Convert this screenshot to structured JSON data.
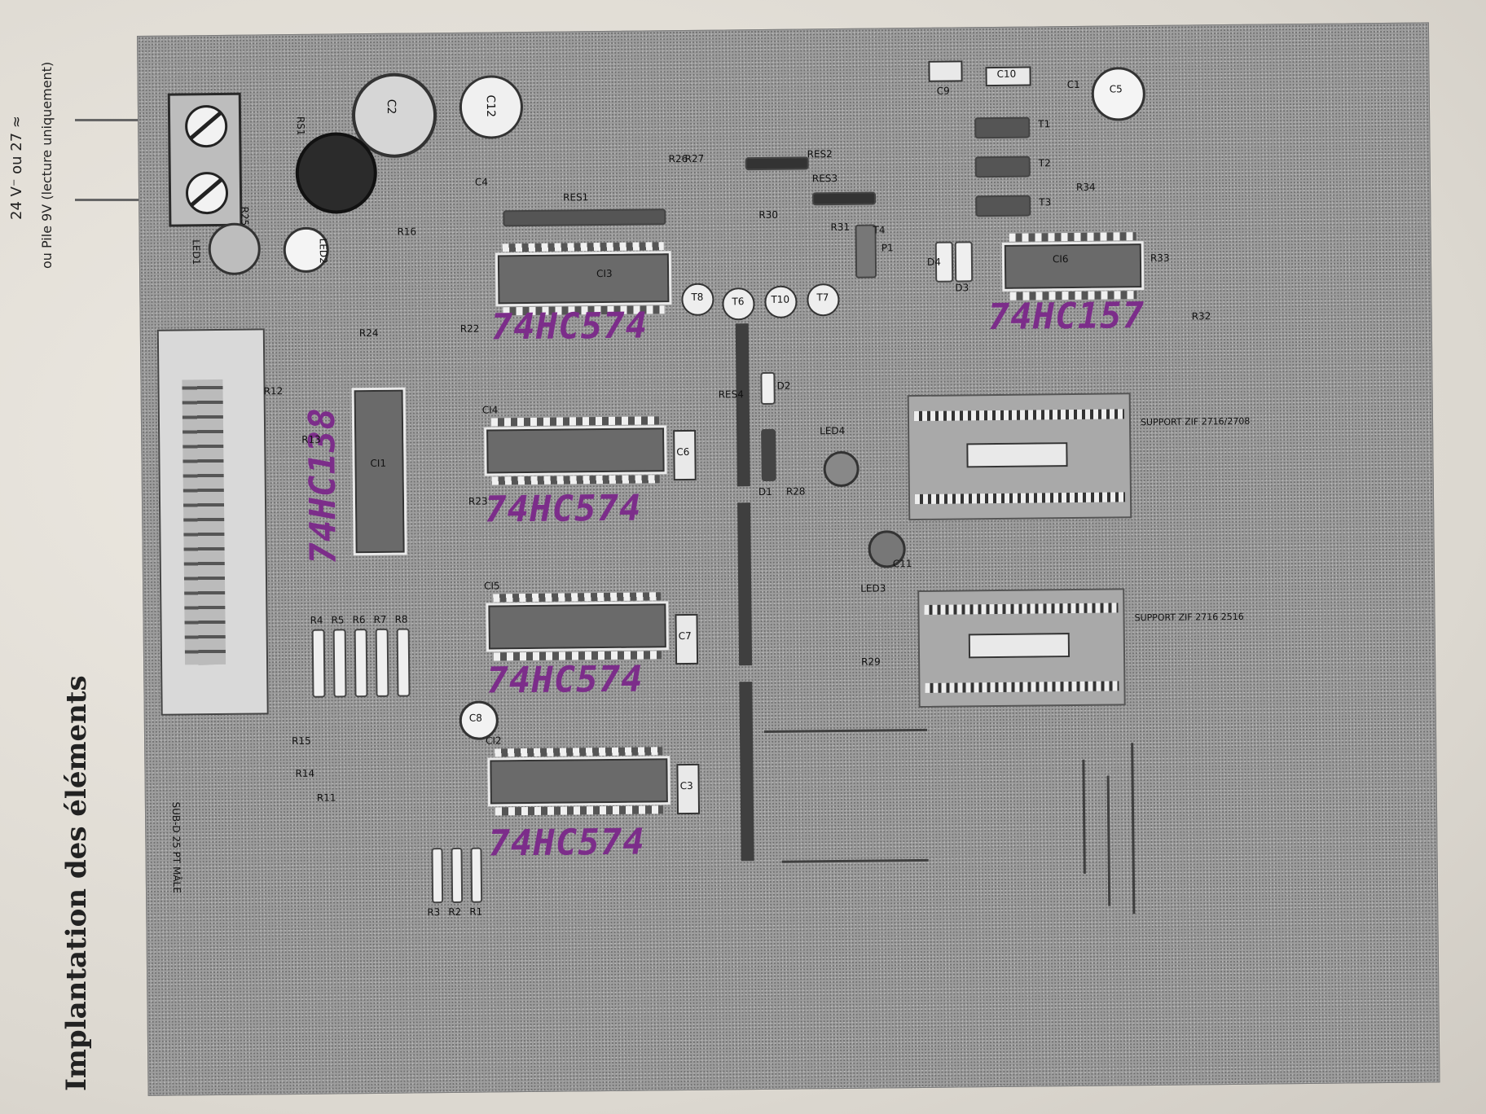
{
  "header": {
    "supply_line1": "24 V⁻ ou 27 ≈",
    "supply_line2": "ou Pile 9V (lecture uniquement)",
    "section_title": "Implantation des éléments"
  },
  "handwritten": {
    "ic_574_top": "74HC574",
    "ic_574_b": "74HC574",
    "ic_574_c": "74HC574",
    "ic_574_d": "74HC574",
    "ic_157": "74HC157",
    "ic_138": "74HC138"
  },
  "labels": {
    "r1": "R1",
    "r2": "R2",
    "r3": "R3",
    "r4": "R4",
    "r5": "R5",
    "r6": "R6",
    "r7": "R7",
    "r8": "R8",
    "r11": "R11",
    "r12": "R12",
    "r13": "R13",
    "r14": "R14",
    "r15": "R15",
    "r16": "R16",
    "r22": "R22",
    "r23": "R23",
    "r24": "R24",
    "r25": "R25",
    "r26": "R26",
    "r27": "R27",
    "r28": "R28",
    "r29": "R29",
    "r30": "R30",
    "r31": "R31",
    "r32": "R32",
    "r33": "R33",
    "r34": "R34",
    "c1": "C1",
    "c2": "C2",
    "c3": "C3",
    "c4": "C4",
    "c5": "C5",
    "c6": "C6",
    "c7": "C7",
    "c8": "C8",
    "c9": "C9",
    "c10": "C10",
    "c11": "C11",
    "c12": "C12",
    "ci1": "CI1",
    "ci2": "CI2",
    "ci3": "CI3",
    "ci4": "CI4",
    "ci5": "CI5",
    "ci6": "CI6",
    "t1": "T1",
    "t2": "T2",
    "t3": "T3",
    "t4": "T4",
    "t6": "T6",
    "t7": "T7",
    "t8": "T8",
    "t10": "T10",
    "d1": "D1",
    "d2": "D2",
    "d3": "D3",
    "d4": "D4",
    "led1": "LED1",
    "led2": "LED2",
    "led3": "LED3",
    "led4": "LED4",
    "p1": "P1",
    "rs1": "RS1",
    "res1": "RES1",
    "res2": "RES2",
    "res3": "RES3",
    "res4": "RES4",
    "sub_d": "SUB-D 25 PT MÂLE",
    "support1": "SUPPORT ZIF 2716/2708",
    "support2": "SUPPORT ZIF 2716 2516"
  }
}
